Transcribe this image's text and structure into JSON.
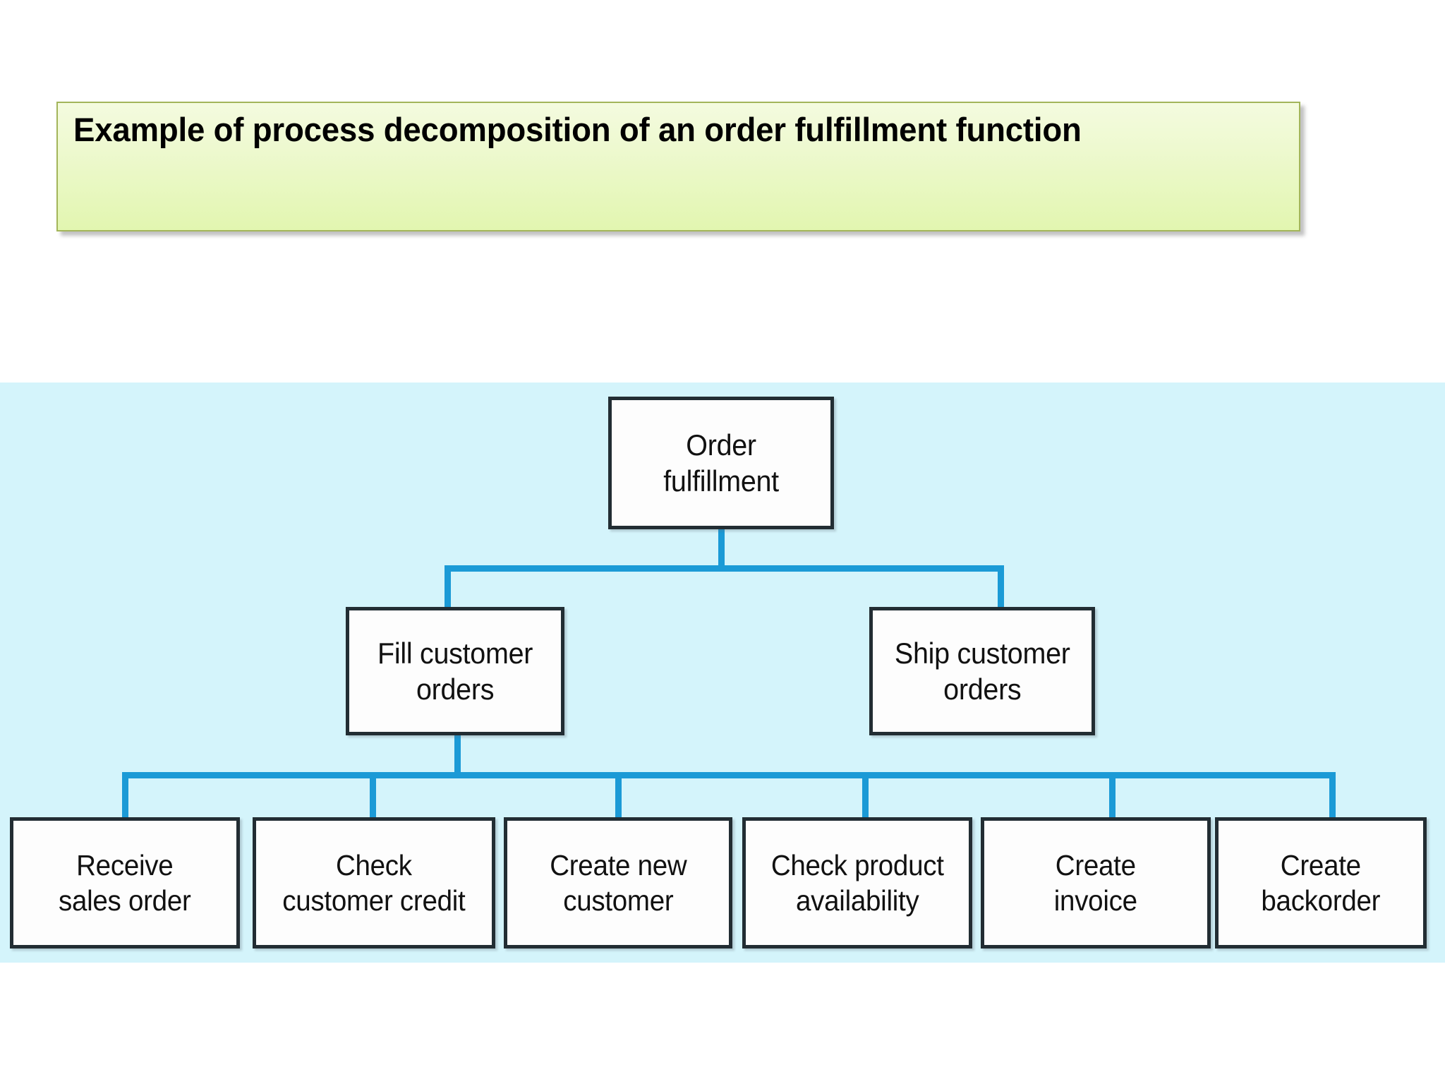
{
  "slide": {
    "title": "Example of process decomposition of an order fulfillment function",
    "banner_border_color": "#a3b55a",
    "banner_fill_top": "#f4fbdf",
    "banner_fill_bottom": "#e2f6b0",
    "panel_background_color": "#d4f4fb",
    "connector_color": "#1b9ad6",
    "node_border_color": "#222d33",
    "node_fill_color": "#fdfdfd"
  },
  "diagram": {
    "type": "decomposition-tree",
    "levels": [
      {
        "level": 1,
        "nodes": [
          {
            "id": "order-fulfillment",
            "label": "Order\nfulfillment",
            "line1": "Order",
            "line2": "fulfillment"
          }
        ]
      },
      {
        "level": 2,
        "nodes": [
          {
            "id": "fill-customer-orders",
            "label": "Fill customer orders",
            "line1": "Fill customer",
            "line2": "orders"
          },
          {
            "id": "ship-customer-orders",
            "label": "Ship customer orders",
            "line1": "Ship customer",
            "line2": "orders"
          }
        ]
      },
      {
        "level": 3,
        "nodes": [
          {
            "id": "receive-sales-order",
            "label": "Receive sales order",
            "line1": "Receive",
            "line2": "sales order"
          },
          {
            "id": "check-customer-credit",
            "label": "Check customer credit",
            "line1": "Check",
            "line2": "customer credit"
          },
          {
            "id": "create-new-customer",
            "label": "Create new customer",
            "line1": "Create new",
            "line2": "customer"
          },
          {
            "id": "check-product-availability",
            "label": "Check product availability",
            "line1": "Check product",
            "line2": "availability"
          },
          {
            "id": "create-invoice",
            "label": "Create invoice",
            "line1": "Create",
            "line2": "invoice"
          },
          {
            "id": "create-backorder",
            "label": "Create backorder",
            "line1": "Create",
            "line2": "backorder"
          }
        ]
      }
    ]
  }
}
